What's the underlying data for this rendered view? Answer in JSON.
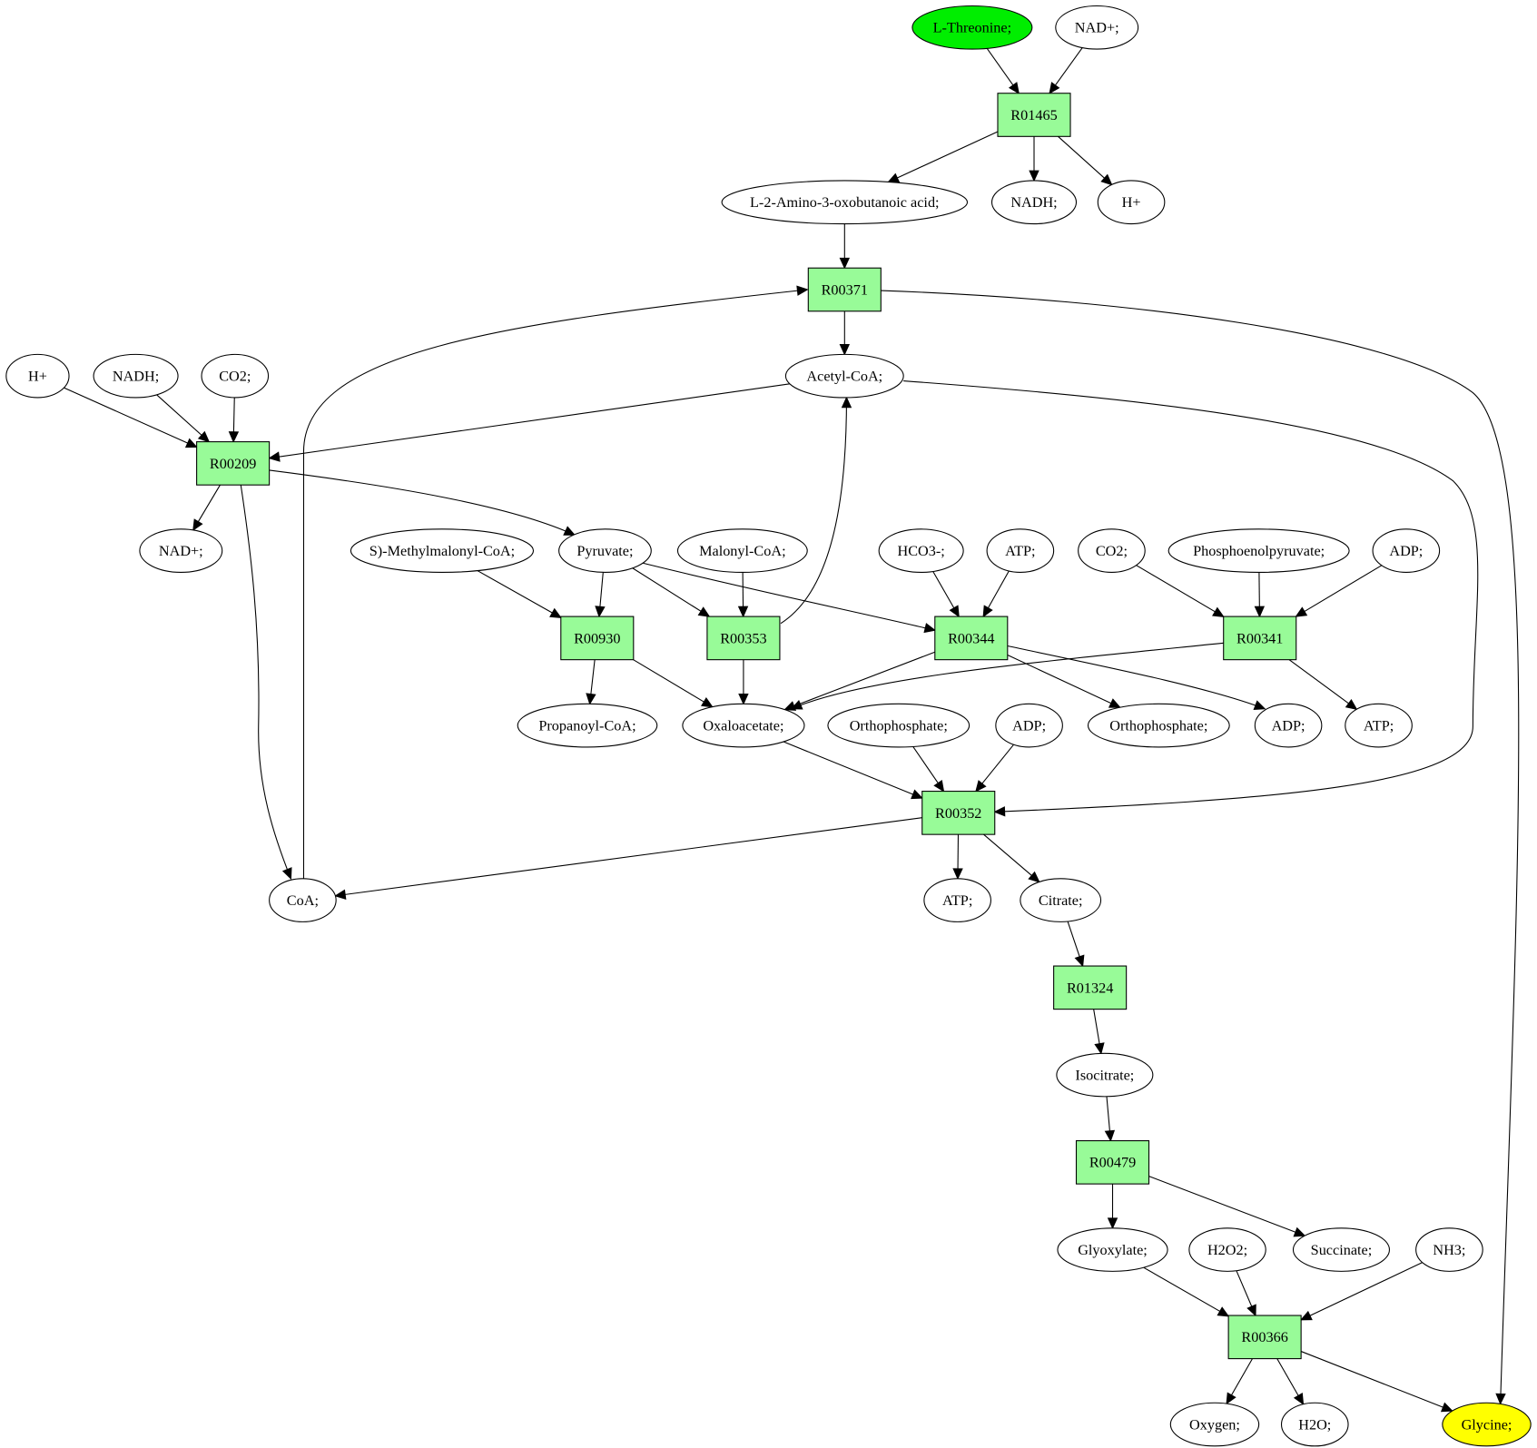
{
  "title": "Metabolic pathway: L-Threonine to Glycine",
  "colors": {
    "reaction_fill": "#98fb98",
    "source_fill": "#00ee00",
    "target_fill": "#ffff00",
    "default_fill": "#ffffff",
    "stroke": "#000000"
  },
  "nodes": [
    {
      "id": "m_thr",
      "label": "L-Threonine;",
      "kind": "source"
    },
    {
      "id": "m_nadp1",
      "label": "NAD+;",
      "kind": "metabolite"
    },
    {
      "id": "r01465",
      "label": "R01465",
      "kind": "reaction"
    },
    {
      "id": "m_amino",
      "label": "L-2-Amino-3-oxobutanoic acid;",
      "kind": "metabolite"
    },
    {
      "id": "m_nadh1",
      "label": "NADH;",
      "kind": "metabolite"
    },
    {
      "id": "m_h1",
      "label": "H+",
      "kind": "metabolite"
    },
    {
      "id": "r00371",
      "label": "R00371",
      "kind": "reaction"
    },
    {
      "id": "m_acoa",
      "label": "Acetyl-CoA;",
      "kind": "metabolite"
    },
    {
      "id": "m_h2",
      "label": "H+",
      "kind": "metabolite"
    },
    {
      "id": "m_nadh2",
      "label": "NADH;",
      "kind": "metabolite"
    },
    {
      "id": "m_co2a",
      "label": "CO2;",
      "kind": "metabolite"
    },
    {
      "id": "r00209",
      "label": "R00209",
      "kind": "reaction"
    },
    {
      "id": "m_nadp2",
      "label": "NAD+;",
      "kind": "metabolite"
    },
    {
      "id": "m_smm",
      "label": "S)-Methylmalonyl-CoA;",
      "kind": "metabolite"
    },
    {
      "id": "m_pyr",
      "label": "Pyruvate;",
      "kind": "metabolite"
    },
    {
      "id": "m_mal",
      "label": "Malonyl-CoA;",
      "kind": "metabolite"
    },
    {
      "id": "m_hco3",
      "label": "HCO3-;",
      "kind": "metabolite"
    },
    {
      "id": "m_atp1",
      "label": "ATP;",
      "kind": "metabolite"
    },
    {
      "id": "m_co2b",
      "label": "CO2;",
      "kind": "metabolite"
    },
    {
      "id": "m_pep",
      "label": "Phosphoenolpyruvate;",
      "kind": "metabolite"
    },
    {
      "id": "m_adp1",
      "label": "ADP;",
      "kind": "metabolite"
    },
    {
      "id": "r00930",
      "label": "R00930",
      "kind": "reaction"
    },
    {
      "id": "r00353",
      "label": "R00353",
      "kind": "reaction"
    },
    {
      "id": "r00344",
      "label": "R00344",
      "kind": "reaction"
    },
    {
      "id": "r00341",
      "label": "R00341",
      "kind": "reaction"
    },
    {
      "id": "m_prop",
      "label": "Propanoyl-CoA;",
      "kind": "metabolite"
    },
    {
      "id": "m_oaa",
      "label": "Oxaloacetate;",
      "kind": "metabolite"
    },
    {
      "id": "m_pi1",
      "label": "Orthophosphate;",
      "kind": "metabolite"
    },
    {
      "id": "m_adp2",
      "label": "ADP;",
      "kind": "metabolite"
    },
    {
      "id": "m_pi2",
      "label": "Orthophosphate;",
      "kind": "metabolite"
    },
    {
      "id": "m_adp3",
      "label": "ADP;",
      "kind": "metabolite"
    },
    {
      "id": "m_atp2",
      "label": "ATP;",
      "kind": "metabolite"
    },
    {
      "id": "r00352",
      "label": "R00352",
      "kind": "reaction"
    },
    {
      "id": "m_coa",
      "label": "CoA;",
      "kind": "metabolite"
    },
    {
      "id": "m_atp3",
      "label": "ATP;",
      "kind": "metabolite"
    },
    {
      "id": "m_cit",
      "label": "Citrate;",
      "kind": "metabolite"
    },
    {
      "id": "r01324",
      "label": "R01324",
      "kind": "reaction"
    },
    {
      "id": "m_icit",
      "label": "Isocitrate;",
      "kind": "metabolite"
    },
    {
      "id": "r00479",
      "label": "R00479",
      "kind": "reaction"
    },
    {
      "id": "m_glx",
      "label": "Glyoxylate;",
      "kind": "metabolite"
    },
    {
      "id": "m_h2o2",
      "label": "H2O2;",
      "kind": "metabolite"
    },
    {
      "id": "m_succ",
      "label": "Succinate;",
      "kind": "metabolite"
    },
    {
      "id": "m_nh3",
      "label": "NH3;",
      "kind": "metabolite"
    },
    {
      "id": "r00366",
      "label": "R00366",
      "kind": "reaction"
    },
    {
      "id": "m_o2",
      "label": "Oxygen;",
      "kind": "metabolite"
    },
    {
      "id": "m_h2o",
      "label": "H2O;",
      "kind": "metabolite"
    },
    {
      "id": "m_gly",
      "label": "Glycine;",
      "kind": "target"
    }
  ],
  "edges": [
    [
      "m_thr",
      "r01465"
    ],
    [
      "m_nadp1",
      "r01465"
    ],
    [
      "r01465",
      "m_amino"
    ],
    [
      "r01465",
      "m_nadh1"
    ],
    [
      "r01465",
      "m_h1"
    ],
    [
      "m_amino",
      "r00371"
    ],
    [
      "m_coa",
      "r00371"
    ],
    [
      "r00371",
      "m_acoa"
    ],
    [
      "r00371",
      "m_gly"
    ],
    [
      "m_h2",
      "r00209"
    ],
    [
      "m_nadh2",
      "r00209"
    ],
    [
      "m_co2a",
      "r00209"
    ],
    [
      "m_acoa",
      "r00209"
    ],
    [
      "r00209",
      "m_nadp2"
    ],
    [
      "r00209",
      "m_pyr"
    ],
    [
      "r00209",
      "m_coa"
    ],
    [
      "m_smm",
      "r00930"
    ],
    [
      "m_pyr",
      "r00930"
    ],
    [
      "r00930",
      "m_prop"
    ],
    [
      "r00930",
      "m_oaa"
    ],
    [
      "m_pyr",
      "r00353"
    ],
    [
      "m_mal",
      "r00353"
    ],
    [
      "r00353",
      "m_oaa"
    ],
    [
      "r00353",
      "m_acoa"
    ],
    [
      "m_pyr",
      "r00344"
    ],
    [
      "m_hco3",
      "r00344"
    ],
    [
      "m_atp1",
      "r00344"
    ],
    [
      "r00344",
      "m_oaa"
    ],
    [
      "r00344",
      "m_pi2"
    ],
    [
      "r00344",
      "m_adp3"
    ],
    [
      "m_co2b",
      "r00341"
    ],
    [
      "m_pep",
      "r00341"
    ],
    [
      "m_adp1",
      "r00341"
    ],
    [
      "r00341",
      "m_oaa"
    ],
    [
      "r00341",
      "m_atp2"
    ],
    [
      "m_oaa",
      "r00352"
    ],
    [
      "m_pi1",
      "r00352"
    ],
    [
      "m_adp2",
      "r00352"
    ],
    [
      "m_acoa",
      "r00352"
    ],
    [
      "r00352",
      "m_coa"
    ],
    [
      "r00352",
      "m_atp3"
    ],
    [
      "r00352",
      "m_cit"
    ],
    [
      "m_cit",
      "r01324"
    ],
    [
      "r01324",
      "m_icit"
    ],
    [
      "m_icit",
      "r00479"
    ],
    [
      "r00479",
      "m_glx"
    ],
    [
      "r00479",
      "m_succ"
    ],
    [
      "m_glx",
      "r00366"
    ],
    [
      "m_h2o2",
      "r00366"
    ],
    [
      "m_nh3",
      "r00366"
    ],
    [
      "r00366",
      "m_o2"
    ],
    [
      "r00366",
      "m_h2o"
    ],
    [
      "r00366",
      "m_gly"
    ]
  ]
}
